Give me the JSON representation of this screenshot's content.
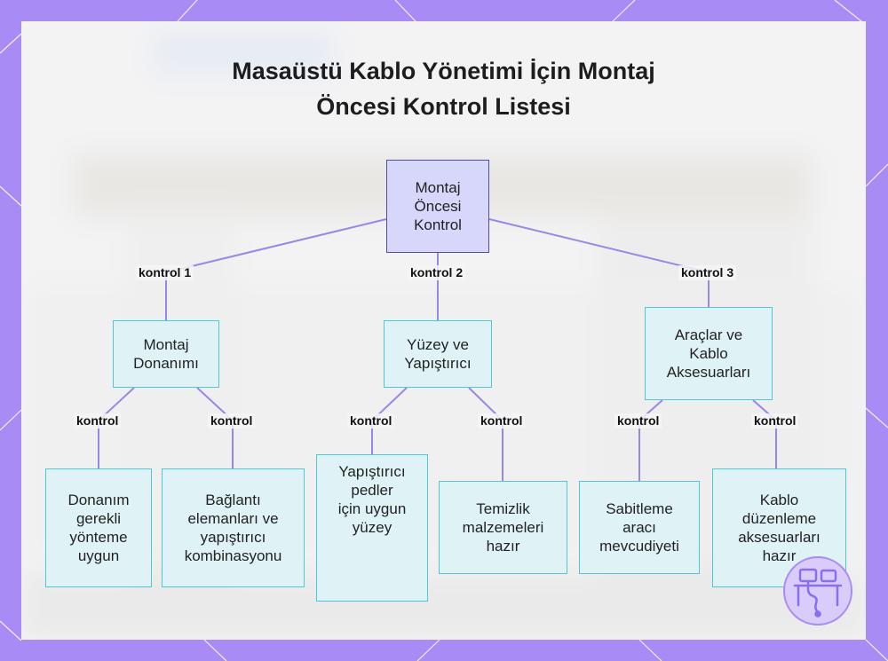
{
  "title_lines": [
    "Masaüstü Kablo Yönetimi İçin Montaj",
    "Öncesi Kontrol Listesi"
  ],
  "root": {
    "label": "Montaj\nÖncesi\nKontrol"
  },
  "branches": [
    {
      "edge_label": "kontrol 1",
      "label": "Montaj\nDonanımı",
      "children": [
        {
          "edge_label": "kontrol",
          "label": "Donanım\ngerekli\nyönteme\nuygun"
        },
        {
          "edge_label": "kontrol",
          "label": "Bağlantı\nelemanları ve\nyapıştırıcı\nkombinasyonu"
        }
      ]
    },
    {
      "edge_label": "kontrol 2",
      "label": "Yüzey ve\nYapıştırıcı",
      "children": [
        {
          "edge_label": "kontrol",
          "label": "Yapıştırıcı\npedler\niçin uygun\nyüzey"
        },
        {
          "edge_label": "kontrol",
          "label": "Temizlik\nmalzemeleri\nhazır"
        }
      ]
    },
    {
      "edge_label": "kontrol 3",
      "label": "Araçlar ve\nKablo\nAksesuarları",
      "children": [
        {
          "edge_label": "kontrol",
          "label": "Sabitleme\naracı\nmevcudiyeti"
        },
        {
          "edge_label": "kontrol",
          "label": "Kablo\ndüzenleme\naksesuarları\nhazır"
        }
      ]
    }
  ],
  "colors": {
    "frame": "#a98bf5",
    "edge": "#9b86e6",
    "node_fill": "#dff3f6",
    "node_border": "#4fc7d4",
    "root_fill": "#d7d7fb",
    "root_border": "#4d4d9e"
  },
  "icons": {
    "badge": "desk-setup-icon"
  }
}
